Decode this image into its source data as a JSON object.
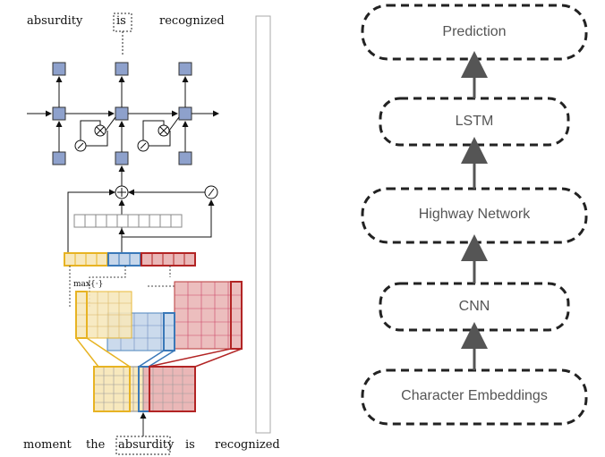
{
  "left_diagram": {
    "top_words": [
      "absurdity",
      "is",
      "recognized"
    ],
    "bottom_words": [
      "moment",
      "the",
      "absurdity",
      "is",
      "recognized"
    ],
    "max_label": "max{·}"
  },
  "right_diagram": {
    "stages": [
      "Prediction",
      "LSTM",
      "Highway Network",
      "CNN",
      "Character Embeddings"
    ]
  },
  "colors": {
    "lstm_cell": "#8ea1cc",
    "yellow": "#e7b323",
    "yellow_fill": "#f7e8bd",
    "blue": "#3a78b8",
    "blue_fill": "#c6d6ea",
    "red": "#b22424",
    "red_fill": "#eab7b7",
    "stage_border": "#222222",
    "stage_text": "#555555"
  }
}
